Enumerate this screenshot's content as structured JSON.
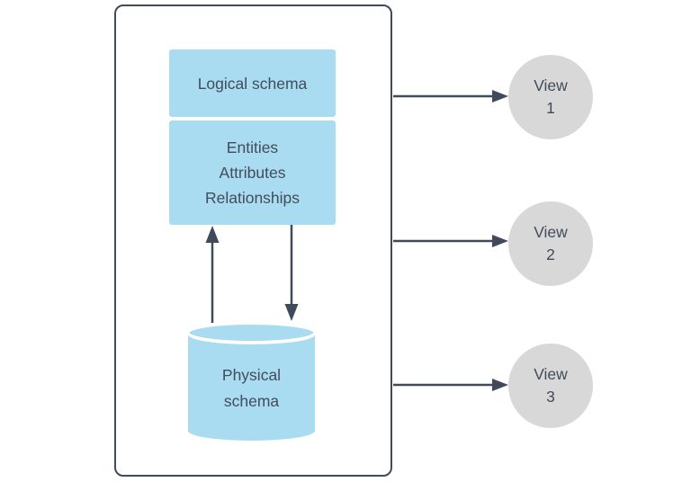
{
  "colors": {
    "stroke_color": "#3f4a5a",
    "box_fill": "#a9dcf0",
    "view_fill": "#d8d8d8",
    "bg_color": "#ffffff",
    "text_color": "#414c5c"
  },
  "boxes": {
    "logical": {
      "label": "Logical schema"
    },
    "internal": {
      "lines": [
        "Entities",
        "Attributes",
        "Relationships"
      ]
    },
    "physical": {
      "label": "Physical schema"
    }
  },
  "views": [
    {
      "label": "View",
      "number": "1"
    },
    {
      "label": "View",
      "number": "2"
    },
    {
      "label": "View",
      "number": "3"
    }
  ]
}
